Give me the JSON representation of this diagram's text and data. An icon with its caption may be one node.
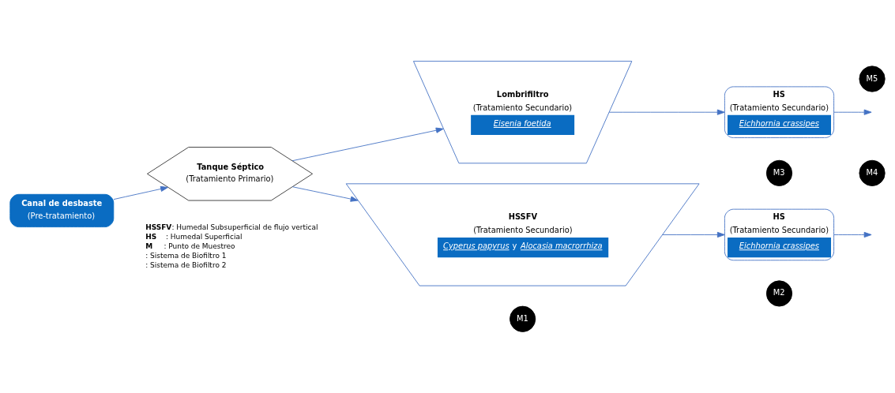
{
  "diagram": {
    "nodes": [
      {
        "text": [
          "Canal de desbaste",
          "(Pre-tratamiento)"
        ]
      },
      {
        "text": [
          "Tanque Séptico",
          "(Tratamiento Primario)"
        ]
      },
      {
        "text": [
          "Lombrifiltro",
          "(Tratamiento Secundario)",
          "Eisenia foetida"
        ]
      },
      {
        "text": [
          "HS",
          "(Tratamiento Secundario)",
          "Eichhornia crassipes"
        ]
      },
      {
        "text": [
          "HSSFV",
          "(Tratamiento Secundario)",
          "*Cyperus papyrus* y *Alocasia macrorrhiza*"
        ]
      },
      {
        "text": [
          "HS",
          "(Tratamiento Secundario)",
          "Eichhornia crassipes"
        ]
      },
      {
        "text": [
          "M1"
        ]
      },
      {
        "text": [
          "M3"
        ]
      },
      {
        "text": [
          "M5"
        ]
      },
      {
        "text": [
          "M2"
        ]
      },
      {
        "text": [
          "M4"
        ]
      }
    ],
    "edges": [
      {
        "from": 0,
        "to": 1,
        "arrow": "to"
      },
      {
        "from": 1,
        "to": 2,
        "arrow": "to"
      },
      {
        "from": 1,
        "to": 4,
        "arrow": "to"
      },
      {
        "from": 2,
        "to": 3,
        "arrow": "to"
      },
      {
        "from": 4,
        "to": 5,
        "arrow": "to"
      },
      {
        "from": 3,
        "to": null,
        "arrow": "to"
      },
      {
        "from": 5,
        "to": null,
        "arrow": "to"
      }
    ],
    "legend": [
      {
        "text": "**HSSFV**: Humedal Subsuperficial de flujo vertical"
      },
      {
        "text": "**HS**    : Humedal Superficial"
      },
      {
        "text": "**M**     : Punto de Muestreo"
      },
      {
        "text": ": Sistema de Biofiltro 1"
      },
      {
        "text": ": Sistema de Biofiltro 2"
      }
    ]
  }
}
